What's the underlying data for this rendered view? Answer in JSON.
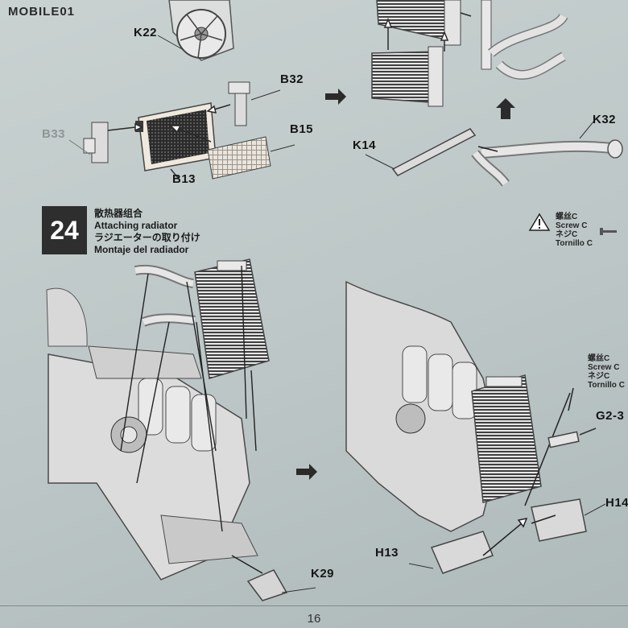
{
  "header": {
    "logo_text": "MOBILE01"
  },
  "part_labels": {
    "k22": "K22",
    "b32": "B32",
    "b33": "B33",
    "b15": "B15",
    "b13": "B13",
    "k32": "K32",
    "k14": "K14",
    "g23": "G2-3",
    "h14": "H14",
    "h13": "H13",
    "k29": "K29"
  },
  "step": {
    "number": "24",
    "title_zh": "散热器组合",
    "title_en": "Attaching radiator",
    "title_ja": "ラジエーターの取り付け",
    "title_es": "Montaje del radiador"
  },
  "screw_note_top": {
    "zh": "螺丝C",
    "en": "Screw C",
    "ja": "ネジC",
    "es": "Tornillo C"
  },
  "screw_note_right": {
    "zh": "螺丝C",
    "en": "Screw C",
    "ja": "ネジC",
    "es": "Tornillo C"
  },
  "footer": {
    "page_number": "16"
  },
  "colors": {
    "paper": "#c2cccb",
    "ink": "#1c1c1c",
    "step_box": "#2e2e2e",
    "part_fill": "#e4e6e4"
  }
}
